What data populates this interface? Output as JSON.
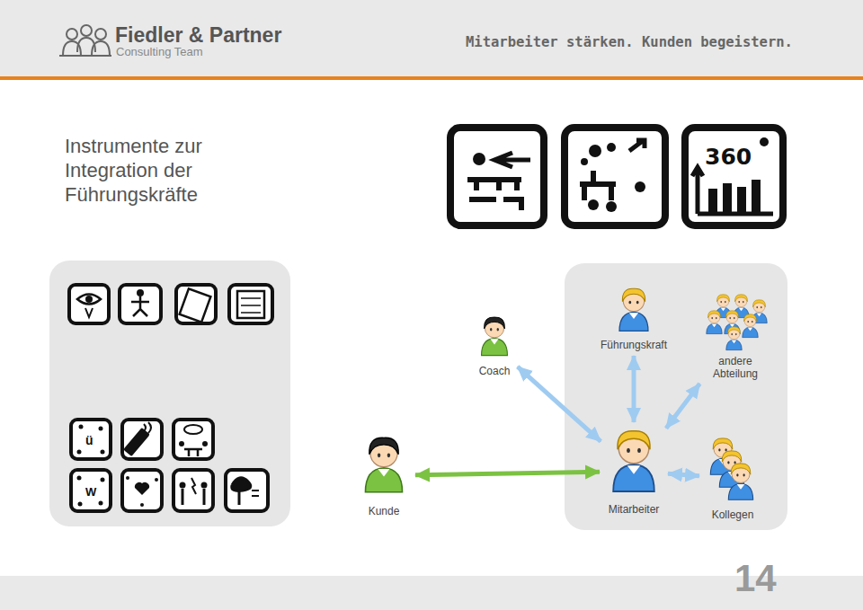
{
  "diagram": {
    "title": "Instrumente zur Integration der Führungskräfte",
    "nodes": [
      {
        "text": [
          "Führungskraft"
        ]
      },
      {
        "text": [
          "andere Abteilung"
        ]
      },
      {
        "text": [
          "Coach"
        ]
      },
      {
        "text": [
          "Kunde"
        ]
      },
      {
        "text": [
          "Mitarbeiter"
        ]
      },
      {
        "text": [
          "Kollegen"
        ]
      }
    ],
    "edges": [
      {
        "from": 2,
        "to": 4,
        "arrow": "both"
      },
      {
        "from": 0,
        "to": 4,
        "arrow": "both"
      },
      {
        "from": 1,
        "to": 4,
        "arrow": "both"
      },
      {
        "from": 3,
        "to": 4,
        "arrow": "both"
      },
      {
        "from": 4,
        "to": 5,
        "arrow": "both"
      }
    ],
    "labels": [
      "Fiedler & Partner",
      "Consulting Team",
      "Mitarbeiter stärken. Kunden begeistern.",
      "360",
      "ü",
      "W",
      "14"
    ]
  }
}
